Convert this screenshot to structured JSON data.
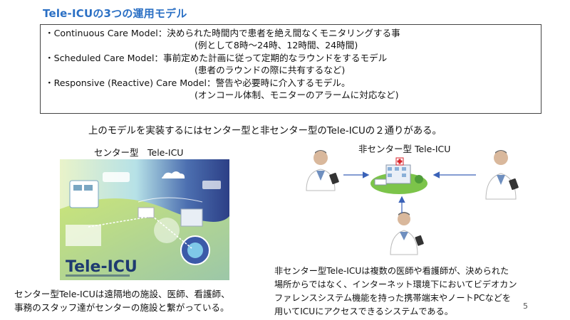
{
  "title": "Tele-ICUの3つの運用モデル",
  "models": [
    {
      "line": "・Continuous Care Model：決められた時間内で患者を絶え間なくモニタリングする事",
      "sub": "(例として8時～24時、12時間、24時間)"
    },
    {
      "line": "・Scheduled Care Model：事前定めた計画に従って定期的なラウンドをするモデル",
      "sub": "(患者のラウンドの際に共有するなど)"
    },
    {
      "line": "・Responsive (Reactive) Care Model：警告や必要時に介入するモデル。",
      "sub": "(オンコール体制、モニターのアラームに対応など)"
    }
  ],
  "summary": "上のモデルを実装するにはセンター型と非センター型のTele-ICUの２通りがある。",
  "center": {
    "label": "センター型　Tele-ICU",
    "poster_title": "Tele-ICU",
    "caption": [
      "センター型Tele-ICUは遠隔地の施設、医師、看護師、",
      "事務のスタッフ達がセンターの施設と繋がっている。"
    ]
  },
  "noncenter": {
    "label": "非センター型 Tele-ICU",
    "caption": [
      "非センター型Tele-ICUは複数の医師や看護師が、決められた",
      "場所からではなく、インターネット環境下においてビデオカン",
      "ファレンスシステム機能を持った携帯端末やノートPCなどを",
      "用いてICUにアクセスできるシステムである。"
    ]
  },
  "page_number": "5",
  "colors": {
    "title": "#2a6fc4",
    "arrow": "#3a62b8",
    "hospital_red": "#d9262c",
    "grass": "#7cc44a"
  }
}
